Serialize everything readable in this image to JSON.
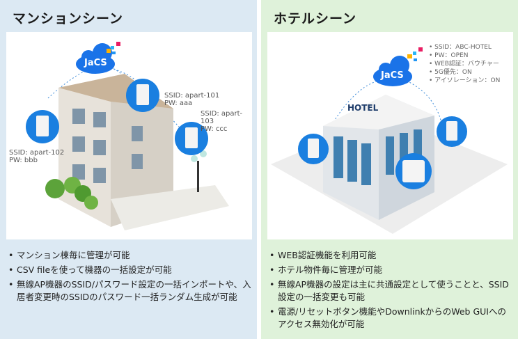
{
  "left": {
    "title": "マンションシーン",
    "cloud_label": "JaCS",
    "aps": [
      {
        "ssid": "SSID: apart-101",
        "pw": "PW: aaa"
      },
      {
        "ssid": "SSID: apart-102",
        "pw": "PW: bbb"
      },
      {
        "ssid": "SSID: apart-103",
        "pw": "PW: ccc"
      }
    ],
    "bullets": [
      "マンション棟毎に管理が可能",
      "CSV fileを使って機器の一括設定が可能",
      "無線AP機器のSSID/パスワード設定の一括インポートや、入居者変更時のSSIDのパスワード一括ランダム生成が可能"
    ]
  },
  "right": {
    "title": "ホテルシーン",
    "cloud_label": "JaCS",
    "hotel_sign": "HOTEL",
    "settings": [
      "SSID：ABC-HOTEL",
      "PW：OPEN",
      "WEB認証：バウチャー",
      "5G優先：ON",
      "アイソレーション：ON"
    ],
    "bullets": [
      "WEB認証機能を利用可能",
      "ホテル物件毎に管理が可能",
      "無線AP機器の設定は主に共通設定として使うことと、SSID設定の一括変更も可能",
      "電源/リセットボタン機能やDownlinkからのWeb GUIへのアクセス無効化が可能"
    ]
  },
  "colors": {
    "left_bg": "#dce9f3",
    "right_bg": "#dff2da",
    "cloud": "#1a73e8",
    "ap_circle": "#1a7fe0"
  }
}
